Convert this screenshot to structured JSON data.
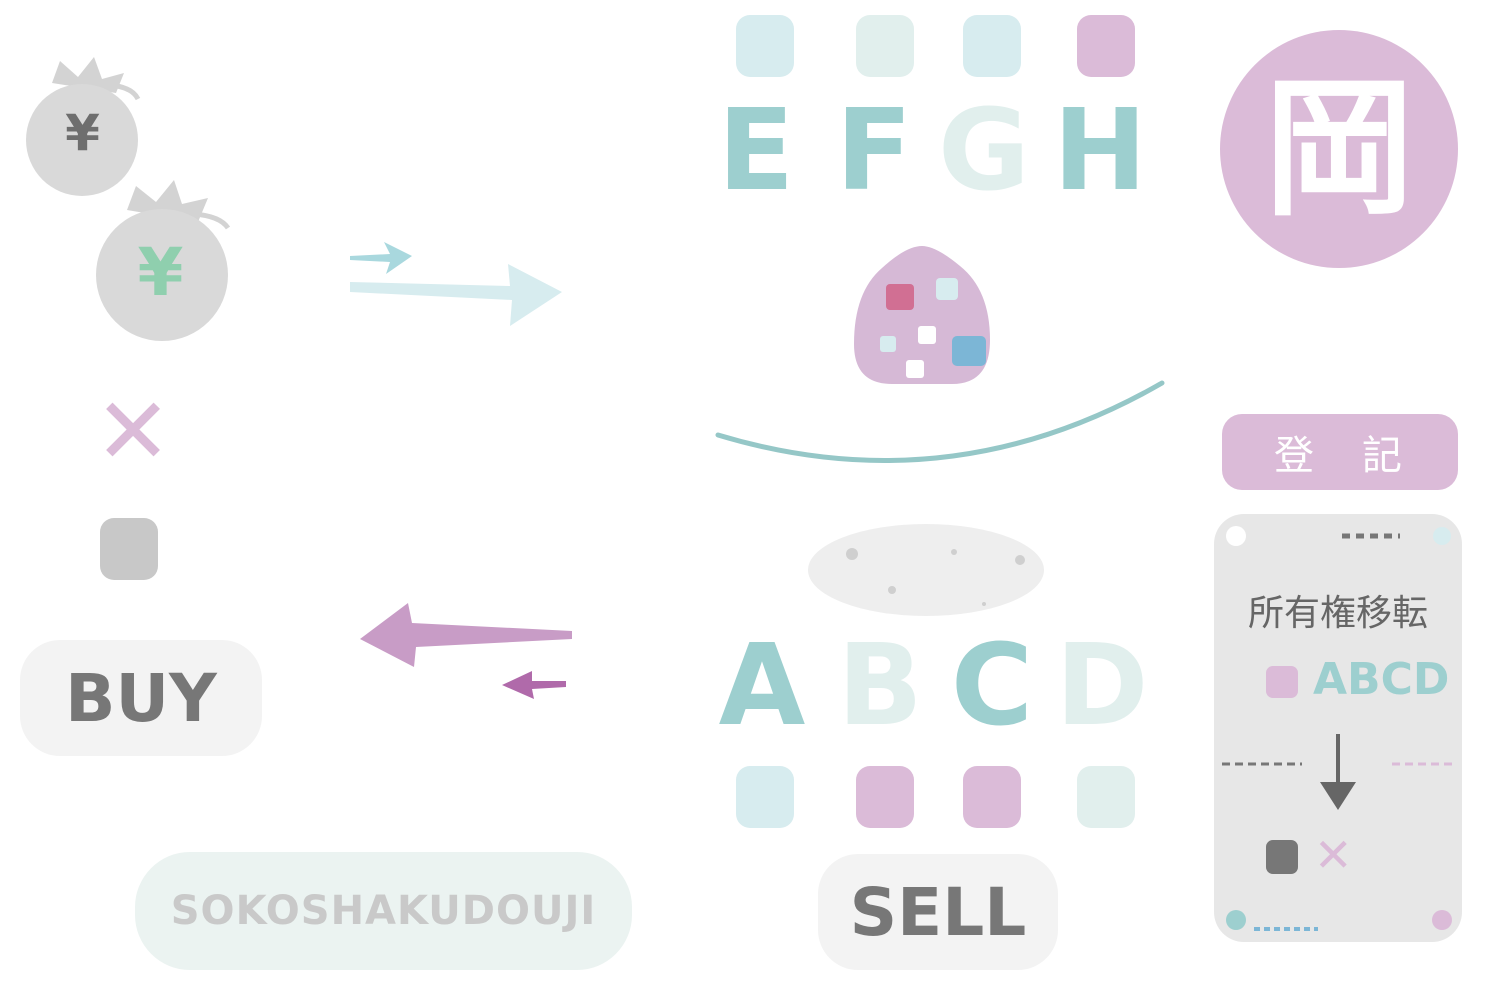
{
  "colors": {
    "teal": "#9dcfcf",
    "teal_light": "#e1efed",
    "blue_light": "#d7ecef",
    "pink": "#dbbbd8",
    "purple": "#c89cc6",
    "magenta": "#b06aaa",
    "gray": "#d9d9d9",
    "gray_dark": "#777777"
  },
  "money": {
    "yen_symbol": "¥"
  },
  "buy": {
    "label": "BUY"
  },
  "sell": {
    "label": "SELL"
  },
  "company": {
    "label": "SOKOSHAKUDOUJI"
  },
  "top_letters": [
    "E",
    "F",
    "G",
    "H"
  ],
  "bottom_letters": [
    "A",
    "B",
    "C",
    "D"
  ],
  "seal": {
    "character": "岡"
  },
  "registry": {
    "title": "登　記",
    "heading": "所有権移転",
    "new_owner": "ABCD",
    "old_owner_mark": "✕"
  },
  "buyer_mark": "✕"
}
